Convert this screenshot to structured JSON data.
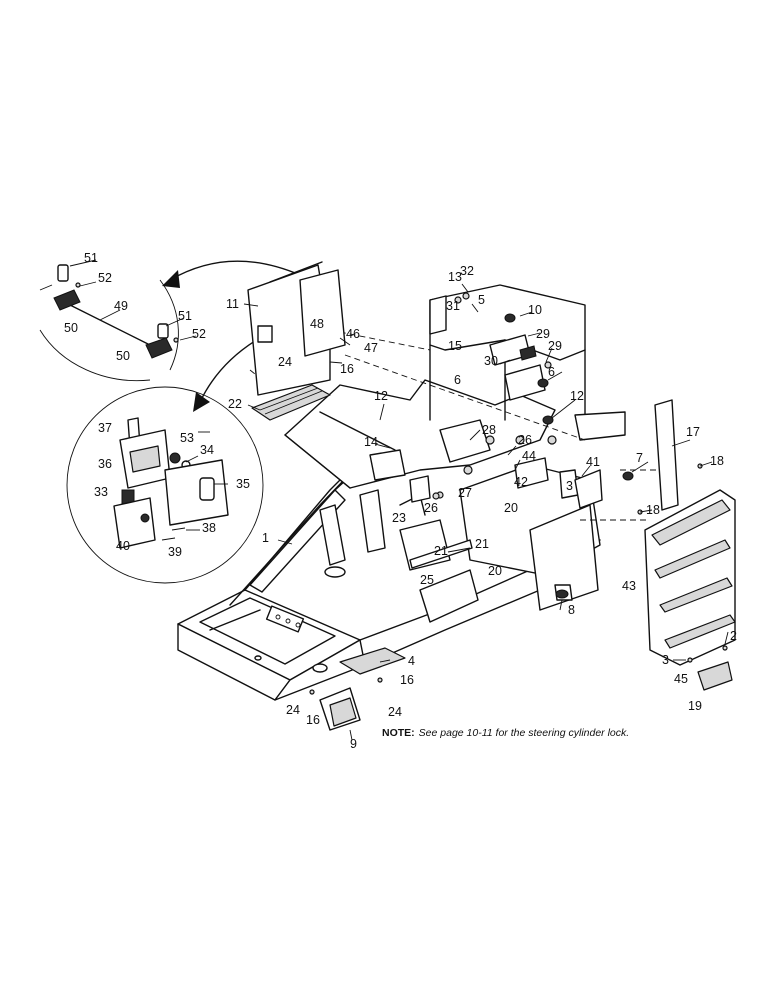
{
  "title": "",
  "note": {
    "label": "NOTE:",
    "text": "See page 10-11 for the steering cylinder lock."
  },
  "callouts": [
    "51",
    "52",
    "49",
    "50",
    "51",
    "52",
    "50",
    "11",
    "48",
    "46",
    "47",
    "24",
    "16",
    "22",
    "37",
    "53",
    "34",
    "36",
    "35",
    "33",
    "38",
    "40",
    "39",
    "12",
    "13",
    "32",
    "31",
    "5",
    "10",
    "29",
    "15",
    "29",
    "30",
    "6",
    "6",
    "12",
    "14",
    "28",
    "26",
    "44",
    "42",
    "41",
    "7",
    "17",
    "18",
    "3",
    "20",
    "27",
    "23",
    "26",
    "1",
    "21",
    "21",
    "25",
    "20",
    "18",
    "8",
    "43",
    "2",
    "4",
    "16",
    "24",
    "16",
    "24",
    "9",
    "3",
    "45",
    "19"
  ]
}
